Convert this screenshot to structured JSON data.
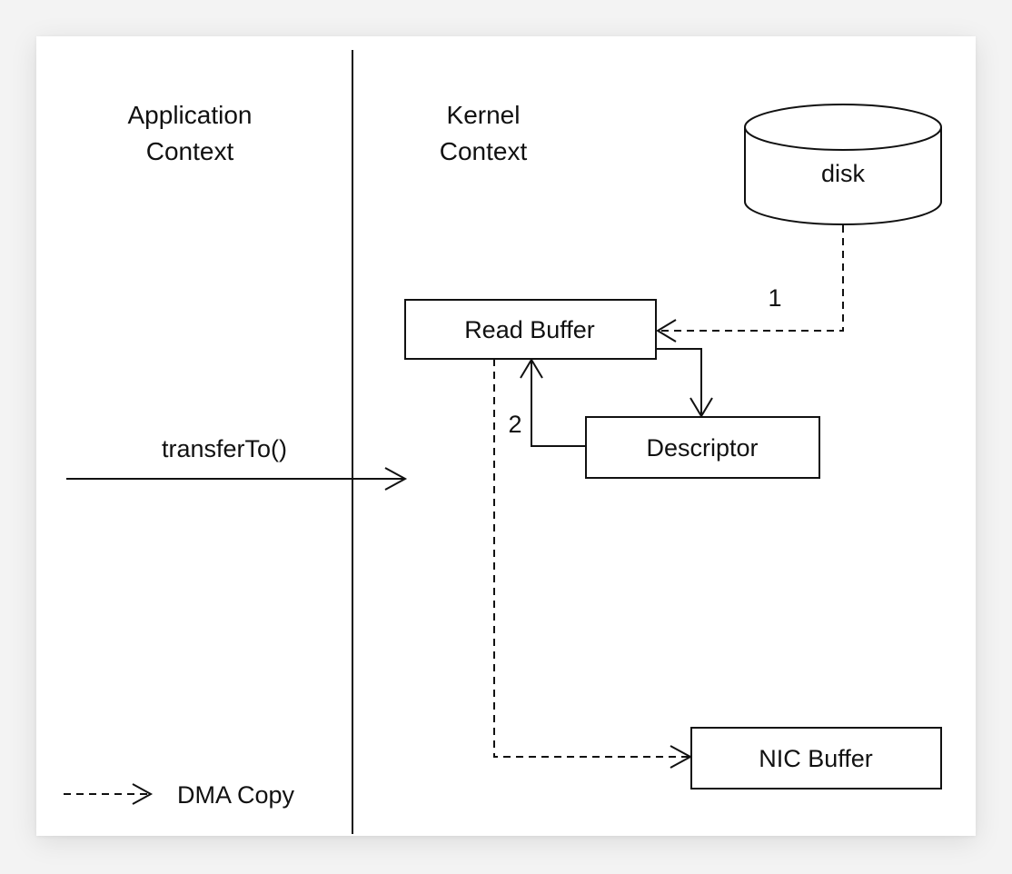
{
  "diagram": {
    "application_context": {
      "line1": "Application",
      "line2": "Context"
    },
    "kernel_context": {
      "line1": "Kernel",
      "line2": "Context"
    },
    "disk": {
      "label": "disk"
    },
    "read_buffer": {
      "label": "Read Buffer"
    },
    "descriptor": {
      "label": "Descriptor"
    },
    "nic_buffer": {
      "label": "NIC Buffer"
    },
    "call": {
      "label": "transferTo()"
    },
    "step_1": {
      "label": "1"
    },
    "step_2": {
      "label": "2"
    },
    "legend": {
      "dma_label": "DMA Copy"
    },
    "colors": {
      "stroke": "#111111",
      "background": "#ffffff"
    }
  }
}
